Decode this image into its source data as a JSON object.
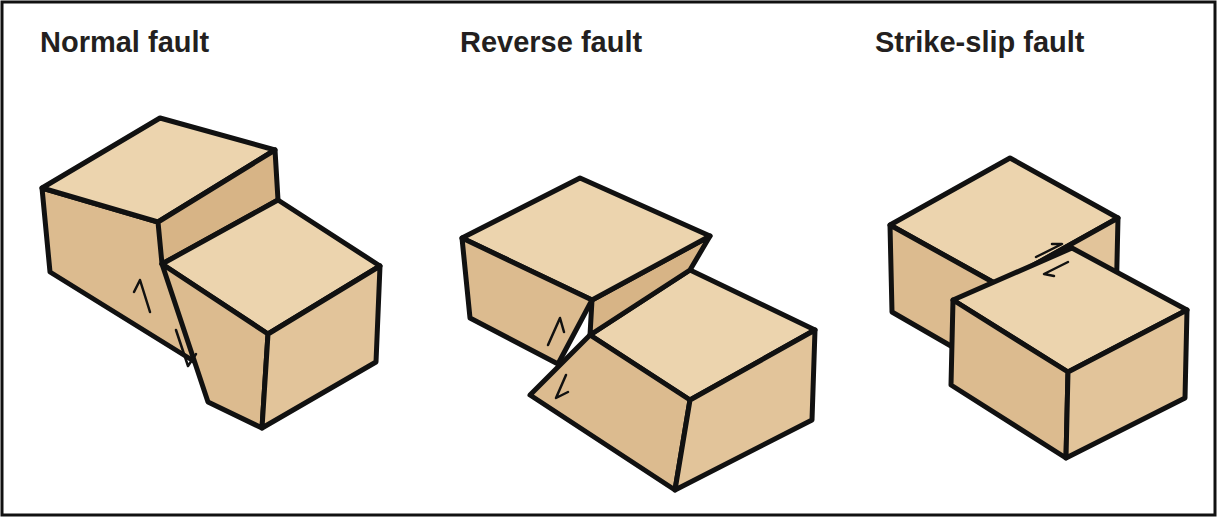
{
  "diagram": {
    "labels": [
      "Normal fault",
      "Reverse fault",
      "Strike-slip fault"
    ]
  }
}
